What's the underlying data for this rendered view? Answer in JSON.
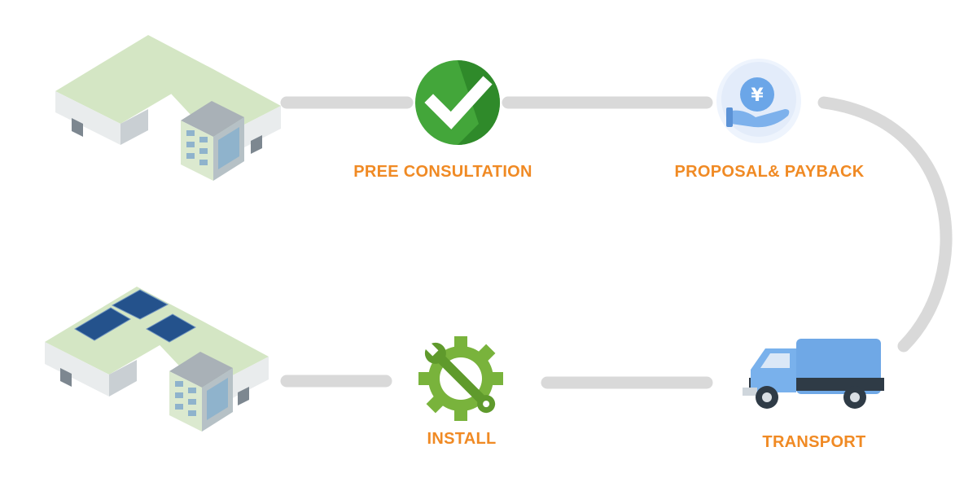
{
  "steps": {
    "consultation": {
      "label": "PREE CONSULTATION",
      "icon": "checkmark-icon"
    },
    "proposal": {
      "label": "PROPOSAL& PAYBACK",
      "icon": "yuan-coin-hand-icon"
    },
    "transport": {
      "label": "TRANSPORT",
      "icon": "delivery-truck-icon"
    },
    "install": {
      "label": "INSTALL",
      "icon": "wrench-gear-icon"
    }
  },
  "buildings": {
    "before": {
      "icon": "factory-building-icon"
    },
    "after": {
      "icon": "factory-with-solar-panels-icon"
    }
  },
  "colors": {
    "label": "#f08a24",
    "connector": "#d9d9d9",
    "check_green": "#43a63a",
    "coin_blue": "#6ba6e8",
    "truck_blue": "#6fa8e6",
    "gear_green": "#79b33c",
    "roof_green": "#d4e6c4",
    "panel_blue": "#24528c"
  }
}
